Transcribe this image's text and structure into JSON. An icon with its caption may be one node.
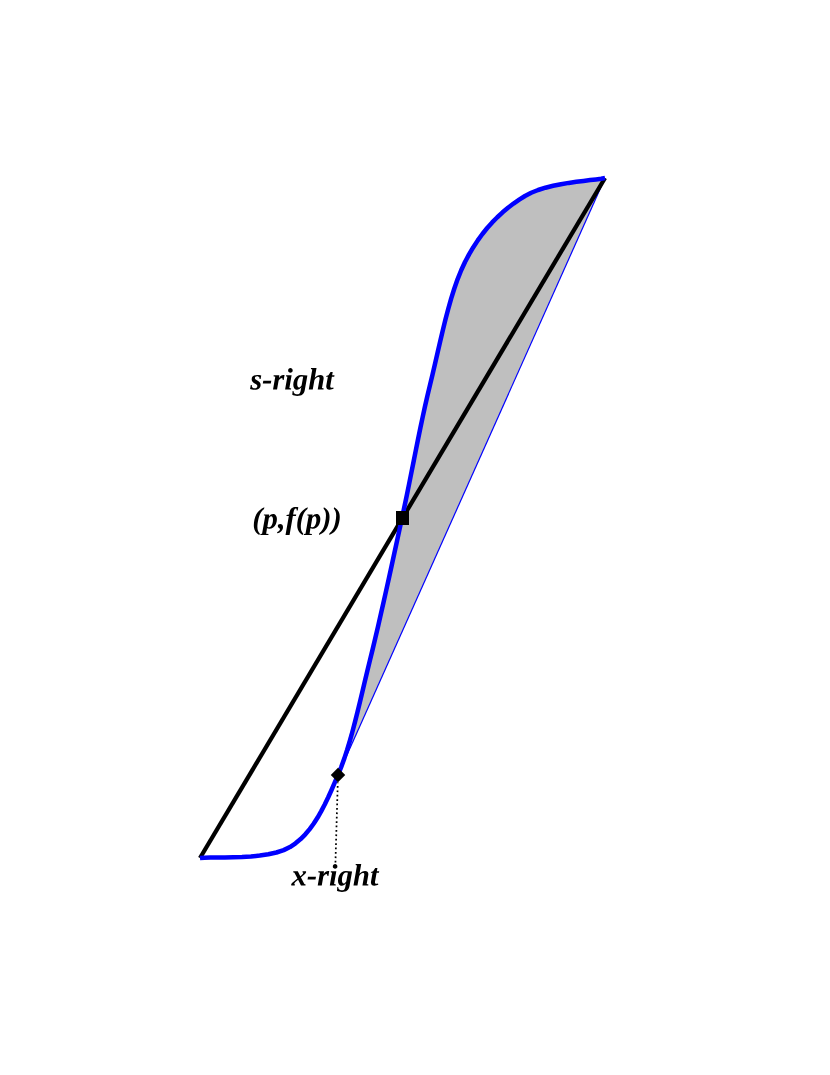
{
  "diagram": {
    "nodes": [
      {
        "text": [
          "x-right"
        ]
      },
      {
        "text": [],
        "shape": "diamond"
      }
    ],
    "edges": [
      {
        "from": 0,
        "to": 1,
        "arrow": "none",
        "style": "dashed"
      }
    ],
    "labels": [
      "s-right",
      "(p,f(p))"
    ]
  }
}
